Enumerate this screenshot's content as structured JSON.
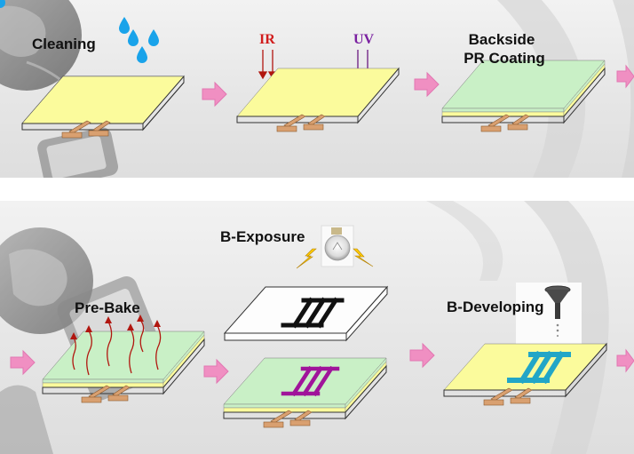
{
  "process_steps": {
    "cleaning": "Cleaning",
    "backside_pr_coating_line1": "Backside",
    "backside_pr_coating_line2": "PR Coating",
    "pre_bake": "Pre-Bake",
    "b_exposure": "B-Exposure",
    "b_developing": "B-Developing"
  },
  "radiation": {
    "ir": "IR",
    "uv": "UV"
  },
  "colors": {
    "substrate": "#fbfb9c",
    "photoresist": "#c9f0c6",
    "arrow": "#f08fc2",
    "heat_arrow": "#b1160f",
    "mask_pattern": "#111111",
    "exposed_pattern": "#a0149a",
    "developed_pattern": "#22a6c7",
    "water_drop": "#19a3ea",
    "ir_label": "#d11c1c",
    "uv_label": "#7a1fa0"
  }
}
